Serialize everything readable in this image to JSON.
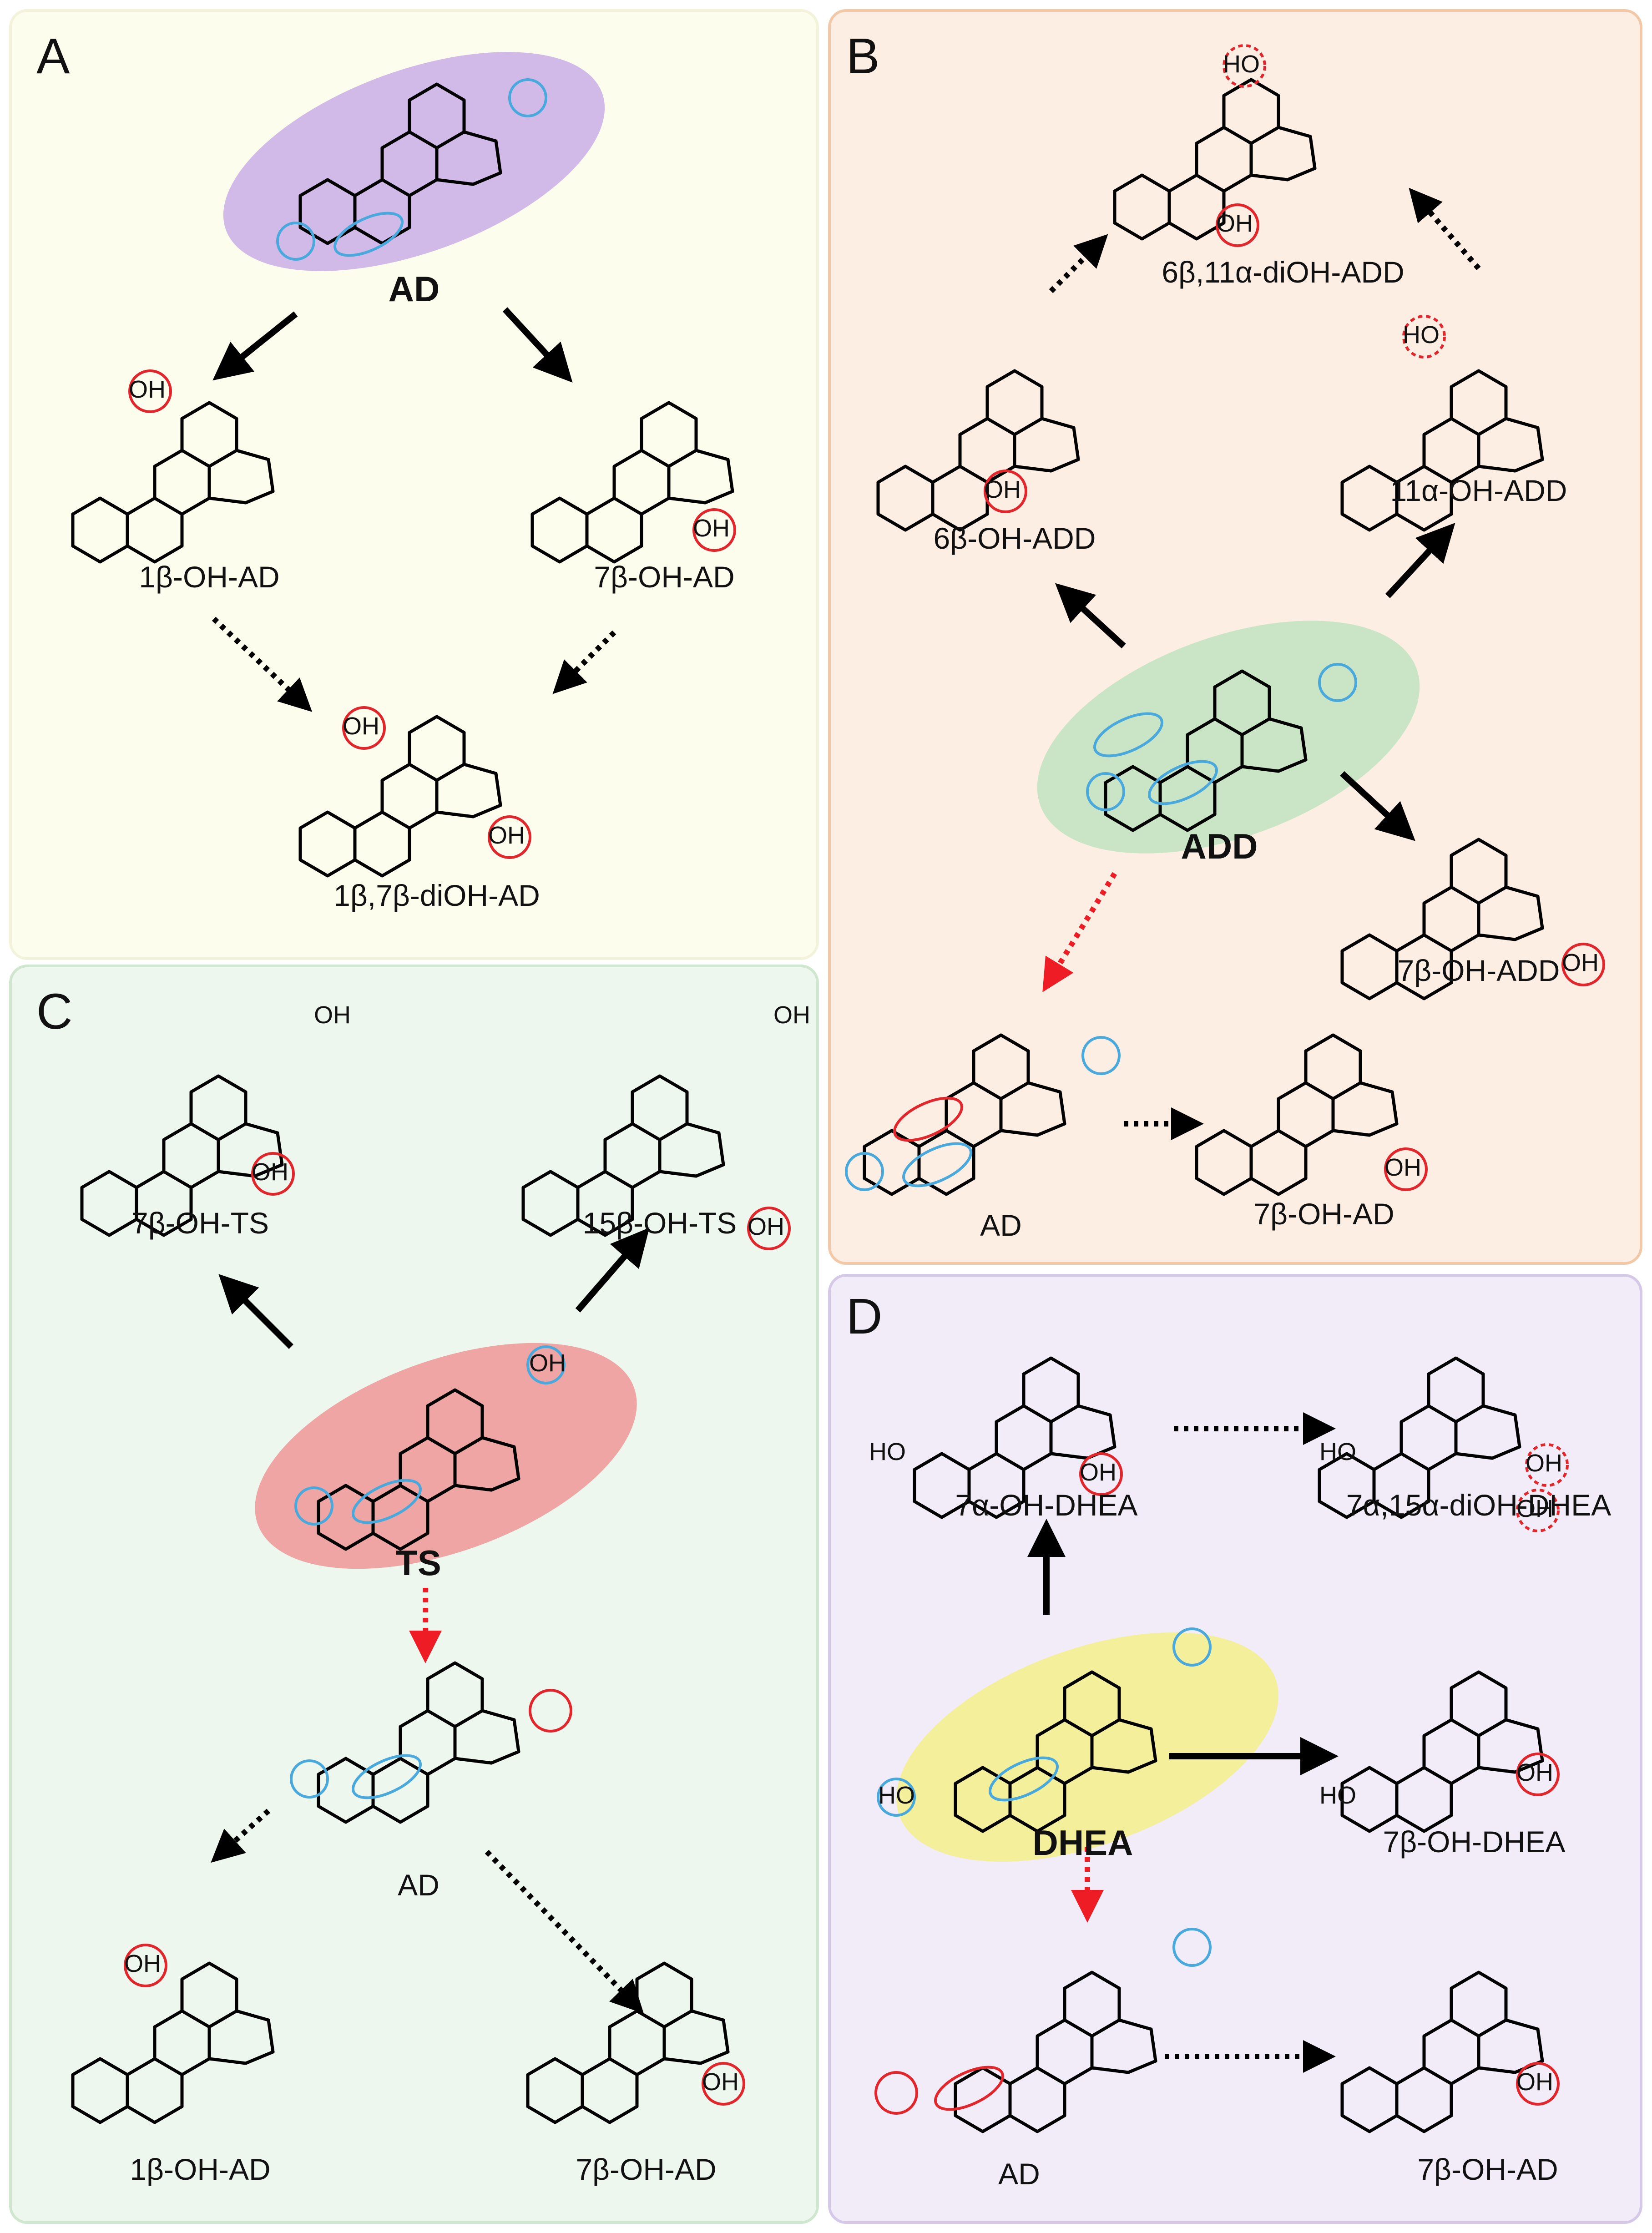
{
  "colors": {
    "panelA": "#fdfdee",
    "panelB": "#fdeee4",
    "panelC": "#eef7ee",
    "panelD": "#f1ecf7",
    "borderA": "#f3f3dc",
    "borderB": "#f2c9a8",
    "borderC": "#cfe6cf",
    "borderD": "#d6c9e8",
    "highlightA": "#c9aee6",
    "highlightB": "#bfe3bf",
    "highlightC": "#ee8a8a",
    "highlightD": "#f4f08a",
    "blueCircle": "#4aa9dc",
    "redCircle": "#e3262b",
    "arrowBlack": "#000000",
    "arrowRed": "#ee1c24"
  },
  "panels": {
    "A": {
      "letter": "A",
      "substrate": "AD",
      "products": [
        "1β-OH-AD",
        "7β-OH-AD",
        "1β,7β-diOH-AD"
      ],
      "oh": "OH"
    },
    "B": {
      "letter": "B",
      "substrate": "ADD",
      "products": [
        "6β,11α-diOH-ADD",
        "6β-OH-ADD",
        "11α-OH-ADD",
        "7β-OH-ADD",
        "AD",
        "7β-OH-AD"
      ],
      "oh": "OH",
      "ho": "HO"
    },
    "C": {
      "letter": "C",
      "substrate": "TS",
      "products": [
        "7β-OH-TS",
        "15β-OH-TS",
        "AD",
        "1β-OH-AD",
        "7β-OH-AD"
      ],
      "oh": "OH"
    },
    "D": {
      "letter": "D",
      "substrate": "DHEA",
      "products": [
        "7α-OH-DHEA",
        "7α,15α-diOH-DHEA",
        "7β-OH-DHEA",
        "AD",
        "7β-OH-AD"
      ],
      "oh": "OH",
      "ho": "HO"
    }
  }
}
